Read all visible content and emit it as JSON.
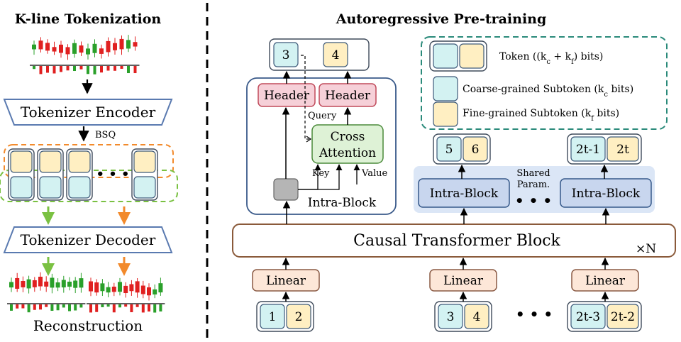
{
  "left": {
    "title": "K-line Tokenization",
    "encoder": "Tokenizer Encoder",
    "bsq": "BSQ",
    "decoder": "Tokenizer Decoder",
    "reconstruction": "Reconstruction",
    "ellipsis": "• • •"
  },
  "right": {
    "title": "Autoregressive Pre-training",
    "legend": {
      "token": "Token ((k_c + k_f) bits)",
      "coarse": "Coarse-grained Subtoken (k_c bits)",
      "fine": "Fine-grained Subtoken (k_f bits)"
    },
    "inset": {
      "top_tokens": [
        "3",
        "4"
      ],
      "header": "Header",
      "query": "Query",
      "cross_attention_1": "Cross",
      "cross_attention_2": "Attention",
      "key": "Key",
      "value": "Value",
      "intra_block": "Intra-Block"
    },
    "shared_1": "Shared",
    "shared_2": "Param.",
    "intra_block": "Intra-Block",
    "dots": "• • •",
    "out_tokens_a": [
      "5",
      "6"
    ],
    "out_tokens_b": [
      "2t-1",
      "2t"
    ],
    "causal": "Causal Transformer Block",
    "times_n": "×N",
    "linear": "Linear",
    "in_tokens_a": [
      "1",
      "2"
    ],
    "in_tokens_b": [
      "3",
      "4"
    ],
    "in_tokens_c": [
      "2t-3",
      "2t-2"
    ]
  },
  "colors": {
    "coarse": "#d3f2f2",
    "fine": "#ffefc2",
    "header": "#f6d0d8",
    "cross_attention": "#def2d6",
    "intra_block": "#c8d6ee",
    "linear": "#fde7d8",
    "candle_up": "#2aa02a",
    "candle_down": "#e02020",
    "orange_dash": "#f28a2c",
    "green_dash": "#7ac142",
    "legend_border": "#2a8a7a"
  }
}
